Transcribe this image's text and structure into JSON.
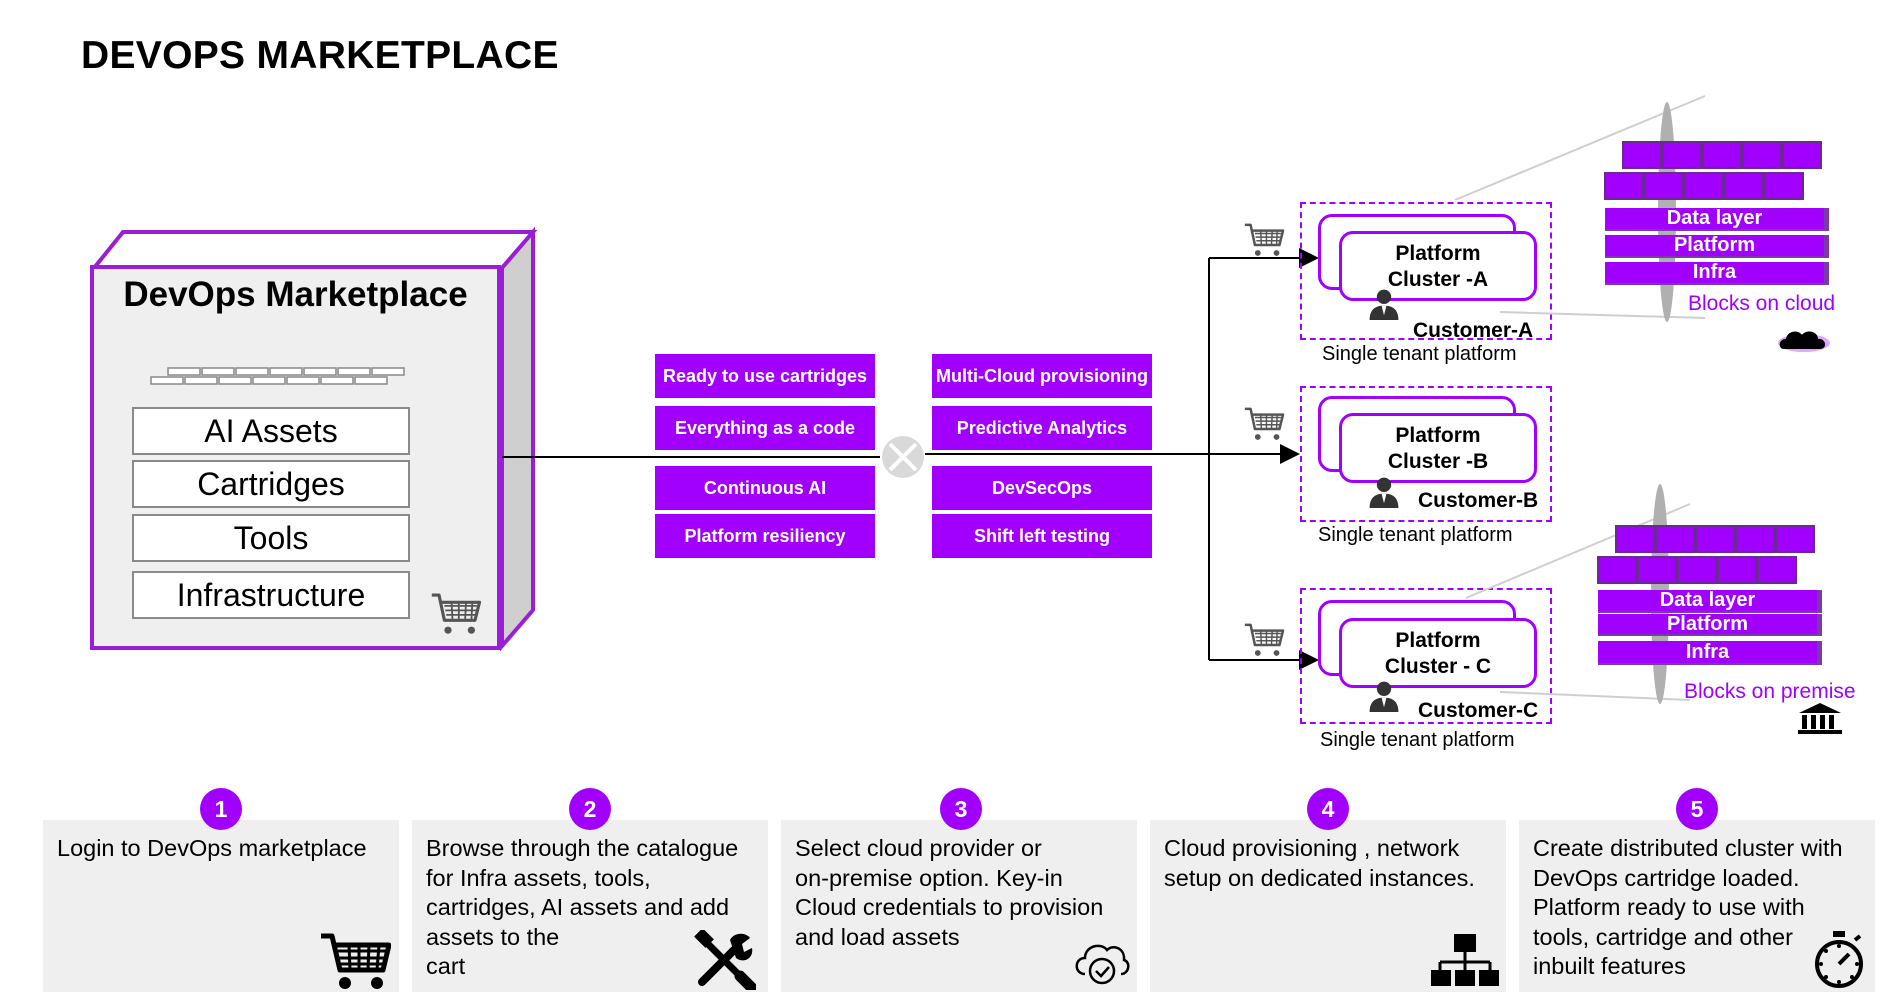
{
  "title": "DEVOPS MARKETPLACE",
  "marketplace": {
    "title": "DevOps Marketplace",
    "items": [
      "AI Assets",
      "Cartridges",
      "Tools",
      "Infrastructure"
    ]
  },
  "features": {
    "left": [
      "Ready to use cartridges",
      "Everything as a code",
      "Continuous AI",
      "Platform resiliency"
    ],
    "right": [
      "Multi-Cloud provisioning",
      "Predictive Analytics",
      "DevSecOps",
      "Shift left testing"
    ]
  },
  "clusters": [
    {
      "line1": "Platform",
      "line2": "Cluster -A",
      "customer": "Customer-A",
      "caption": "Single tenant platform"
    },
    {
      "line1": "Platform",
      "line2": "Cluster -B",
      "customer": "Customer-B",
      "caption": "Single tenant platform"
    },
    {
      "line1": "Platform",
      "line2": "Cluster - C",
      "customer": "Customer-C",
      "caption": "Single tenant platform"
    }
  ],
  "cloud_stack": {
    "layers": [
      "Data layer",
      "Platform",
      "Infra"
    ],
    "label": "Blocks on cloud"
  },
  "premise_stack": {
    "layers": [
      "Data layer",
      "Platform",
      "Infra"
    ],
    "label": "Blocks on premise"
  },
  "steps": [
    {
      "num": "1",
      "text": "Login to DevOps marketplace",
      "icon": "cart-icon"
    },
    {
      "num": "2",
      "text": "Browse through the catalogue\nfor Infra assets, tools,\ncartridges, AI assets and add\nassets to the\ncart",
      "icon": "tools-icon"
    },
    {
      "num": "3",
      "text": "Select cloud provider or\non-premise option. Key-in\nCloud credentials to provision\nand load assets",
      "icon": "cloud-check-icon"
    },
    {
      "num": "4",
      "text": "Cloud provisioning , network\nsetup on dedicated instances.",
      "icon": "network-icon"
    },
    {
      "num": "5",
      "text": "Create distributed cluster with\nDevOps cartridge loaded.\nPlatform ready to use with\ntools, cartridge and other\ninbuilt features",
      "icon": "stopwatch-icon"
    }
  ],
  "colors": {
    "accent": "#a100ff",
    "panel": "#efefef",
    "border_purple": "#9b1ed6"
  }
}
